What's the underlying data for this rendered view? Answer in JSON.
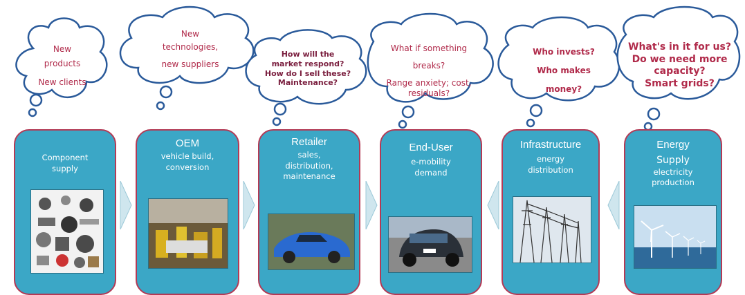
{
  "clouds": [
    {
      "id": "component",
      "lines": [
        "New",
        "products",
        "New clients"
      ]
    },
    {
      "id": "oem",
      "lines": [
        "New",
        "technologies,",
        "new suppliers"
      ]
    },
    {
      "id": "retailer",
      "lines": [
        "How will the",
        "market respond?",
        "How do I sell these?",
        "Maintenance?"
      ]
    },
    {
      "id": "enduser",
      "lines": [
        "What if something",
        "breaks?",
        "Range anxiety; cost,",
        "residuals?"
      ]
    },
    {
      "id": "infra",
      "lines": [
        "Who invests?",
        "Who makes",
        "money?"
      ]
    },
    {
      "id": "energy",
      "lines": [
        "What's in it for us?",
        "Do we need more",
        "capacity?",
        "Smart grids?"
      ]
    }
  ],
  "stages": [
    {
      "id": "component",
      "title": "",
      "sub": [
        "Component",
        "supply"
      ],
      "image": "auto-parts-photo"
    },
    {
      "id": "oem",
      "title": "OEM",
      "sub": [
        "vehicle build,",
        "conversion"
      ],
      "image": "factory-robots-photo"
    },
    {
      "id": "retailer",
      "title": "Retailer",
      "sub": [
        "sales,",
        "distribution,",
        "maintenance"
      ],
      "image": "blue-sports-car-photo"
    },
    {
      "id": "enduser",
      "title": "End-User",
      "sub": [
        "e-mobility",
        "demand"
      ],
      "image": "electric-car-photo"
    },
    {
      "id": "infra",
      "title": "Infrastructure",
      "sub": [
        "energy",
        "distribution"
      ],
      "image": "power-pylons-photo"
    },
    {
      "id": "energy",
      "title": "Energy",
      "sub": [
        "Supply",
        "electricity",
        "production"
      ],
      "image": "wind-turbines-photo"
    }
  ],
  "arrows": [
    "right",
    "right",
    "right",
    "left",
    "left"
  ],
  "colors": {
    "box": "#3ba7c6",
    "box_border": "#b33a55",
    "cloud_text": "#b02a4a",
    "cloud_outline": "#2a5a9a",
    "arrow": "#cfe6ee"
  }
}
